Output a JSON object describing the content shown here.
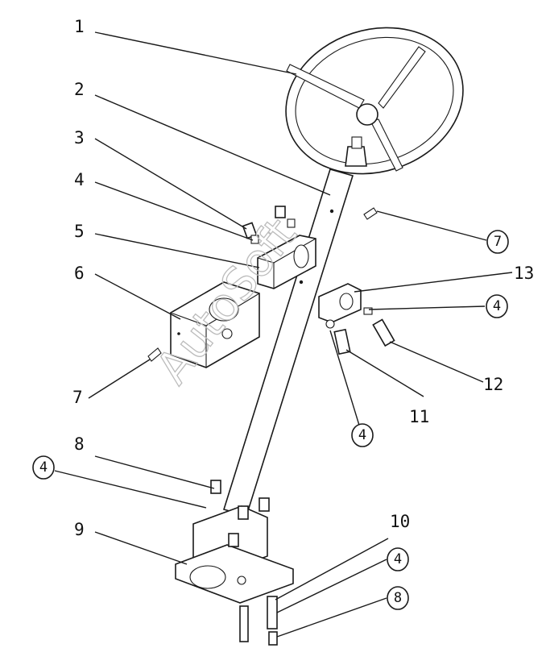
{
  "callouts": [
    {
      "id": "c1",
      "text": "1"
    },
    {
      "id": "c2",
      "text": "2"
    },
    {
      "id": "c3",
      "text": "3"
    },
    {
      "id": "c4",
      "text": "4"
    },
    {
      "id": "c5",
      "text": "5"
    },
    {
      "id": "c6",
      "text": "6"
    },
    {
      "id": "c7a",
      "text": "7"
    },
    {
      "id": "c7b",
      "text": "7"
    },
    {
      "id": "c8a",
      "text": "8"
    },
    {
      "id": "c8b",
      "text": "8"
    },
    {
      "id": "c9",
      "text": "9"
    },
    {
      "id": "c10",
      "text": "10"
    },
    {
      "id": "c11",
      "text": "11"
    },
    {
      "id": "c12",
      "text": "12"
    },
    {
      "id": "c13",
      "text": "13"
    },
    {
      "id": "c4a",
      "text": "4"
    },
    {
      "id": "c4b",
      "text": "4"
    },
    {
      "id": "c4c",
      "text": "4"
    },
    {
      "id": "c4d",
      "text": "4"
    }
  ],
  "watermark": "AutoSoft"
}
